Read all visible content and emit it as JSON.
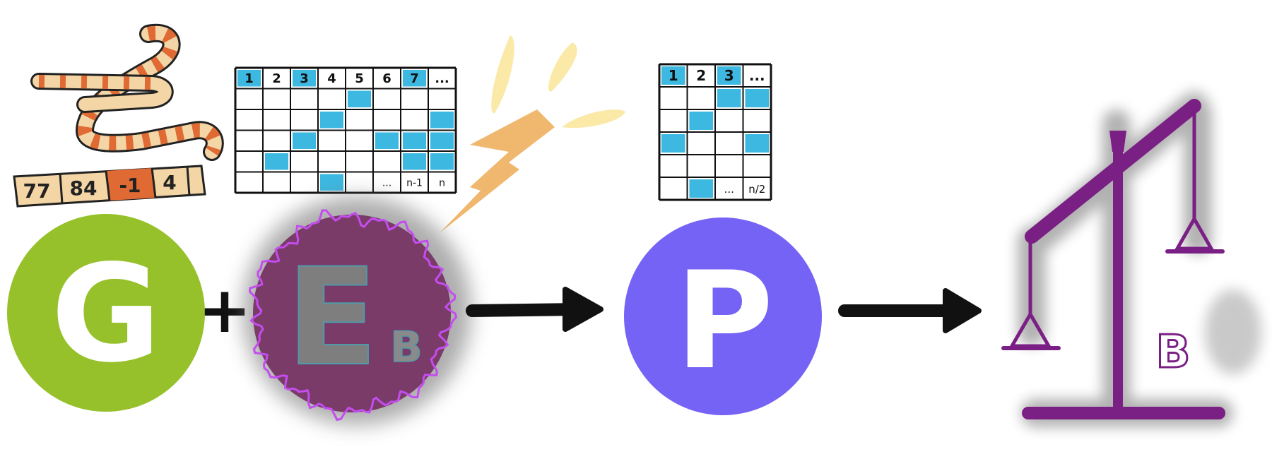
{
  "colors": {
    "generator": "#96c12a",
    "encoder": "#7a3b68",
    "encoder_glow": "#c44df0",
    "program": "#7563f5",
    "scale": "#7a1f84",
    "cell_blue": "#3db8e0",
    "tape_orange": "#e06a34",
    "tape_light": "#f4d6a6",
    "lightning": "#f0b86e",
    "spark": "#fbe9a8",
    "arrow": "#111111",
    "grid_line": "#111111"
  },
  "tape": {
    "cells": [
      "77",
      "84",
      "-1",
      "4"
    ]
  },
  "grid_large": {
    "header": [
      "1",
      "2",
      "3",
      "4",
      "5",
      "6",
      "7",
      "..."
    ],
    "header_highlight": [
      true,
      false,
      true,
      false,
      false,
      false,
      true,
      false
    ],
    "last_row_labels": [
      "...",
      "n-1",
      "n"
    ],
    "shaded_cells": [
      [
        1,
        4
      ],
      [
        2,
        3
      ],
      [
        2,
        7
      ],
      [
        3,
        2
      ],
      [
        3,
        5
      ],
      [
        3,
        6
      ],
      [
        3,
        7
      ],
      [
        4,
        1
      ],
      [
        4,
        6
      ],
      [
        4,
        7
      ],
      [
        5,
        3
      ]
    ]
  },
  "grid_small": {
    "header": [
      "1",
      "2",
      "3",
      "..."
    ],
    "header_highlight": [
      true,
      false,
      true,
      false
    ],
    "last_row_labels": [
      "...",
      "n/2"
    ],
    "shaded_cells": [
      [
        1,
        2
      ],
      [
        1,
        3
      ],
      [
        2,
        1
      ],
      [
        3,
        0
      ],
      [
        3,
        3
      ],
      [
        5,
        1
      ]
    ]
  },
  "nodes": {
    "generator": {
      "letter": "G"
    },
    "encoder": {
      "letter": "E",
      "subscript": "B"
    },
    "program": {
      "letter": "P"
    }
  },
  "operator_plus": "+",
  "scale": {
    "label": "B"
  },
  "icons": {
    "tape": "measuring-tape-icon",
    "lightning": "lightning-bolt-icon",
    "arrow": "arrow-right-icon",
    "scale": "balance-scale-icon"
  }
}
